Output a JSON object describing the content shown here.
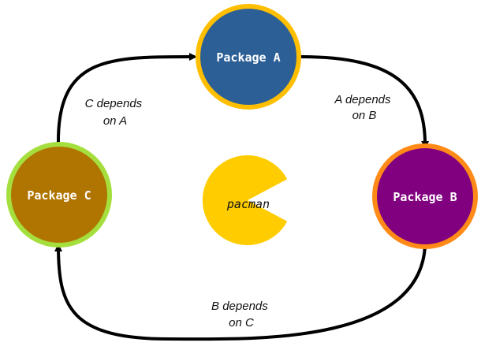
{
  "nodes": {
    "a": {
      "label": "Package A",
      "fill": "#2c5f96",
      "stroke": "#ffbf00"
    },
    "b": {
      "label": "Package B",
      "fill": "#80007f",
      "stroke": "#ff8a17"
    },
    "c": {
      "label": "Package C",
      "fill": "#b07400",
      "stroke": "#a5df3e"
    }
  },
  "center": {
    "label": "pacman",
    "color": "#ffcc00",
    "icon": "pacman-icon"
  },
  "edges": {
    "a_to_b": {
      "line1": "A depends",
      "line2": "on B"
    },
    "b_to_c": {
      "line1": "B depends",
      "line2": "on C"
    },
    "c_to_a": {
      "line1": "C depends",
      "line2": "on A"
    }
  }
}
